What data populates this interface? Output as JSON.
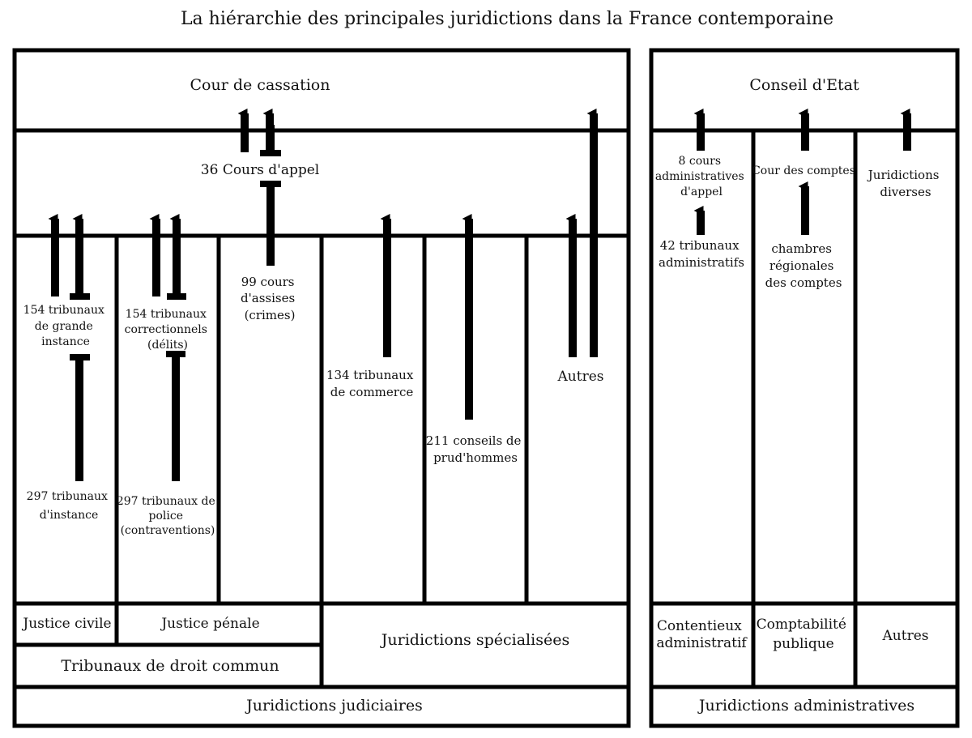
{
  "title": "La hiérarchie des principales juridictions dans la France contemporaine",
  "judiciaire": {
    "cour_cassation": "Cour de cassation",
    "cours_appel": "36 Cours d'appel",
    "tgi": [
      "154 tribunaux",
      "de grande",
      "instance"
    ],
    "ti": [
      "297 tribunaux",
      "d'instance"
    ],
    "correctionnels": [
      "154 tribunaux",
      "correctionnels",
      "(délits)"
    ],
    "police": [
      "297 tribunaux de",
      "police",
      "(contraventions)"
    ],
    "assises": [
      "99 cours",
      "d'assises",
      "(crimes)"
    ],
    "commerce": [
      "134 tribunaux",
      "de commerce"
    ],
    "prudhommes": [
      "211 conseils de",
      "prud'hommes"
    ],
    "autres": "Autres",
    "justice_civile": "Justice civile",
    "justice_penale": "Justice pénale",
    "droit_commun": "Tribunaux de droit commun",
    "specialisees": "Juridictions spécialisées",
    "footer": "Juridictions judiciaires"
  },
  "administratif": {
    "conseil_etat": "Conseil d'Etat",
    "caa": [
      "8 cours",
      "administratives",
      "d'appel"
    ],
    "ta": [
      "42 tribunaux",
      "administratifs"
    ],
    "cour_comptes": "Cour des comptes",
    "crc": [
      "chambres",
      "régionales",
      "des comptes"
    ],
    "diverses": [
      "Juridictions",
      "diverses"
    ],
    "contentieux": [
      "Contentieux",
      "administratif"
    ],
    "comptabilite": [
      "Comptabilité",
      "publique"
    ],
    "autres": "Autres",
    "footer": "Juridictions administratives"
  }
}
